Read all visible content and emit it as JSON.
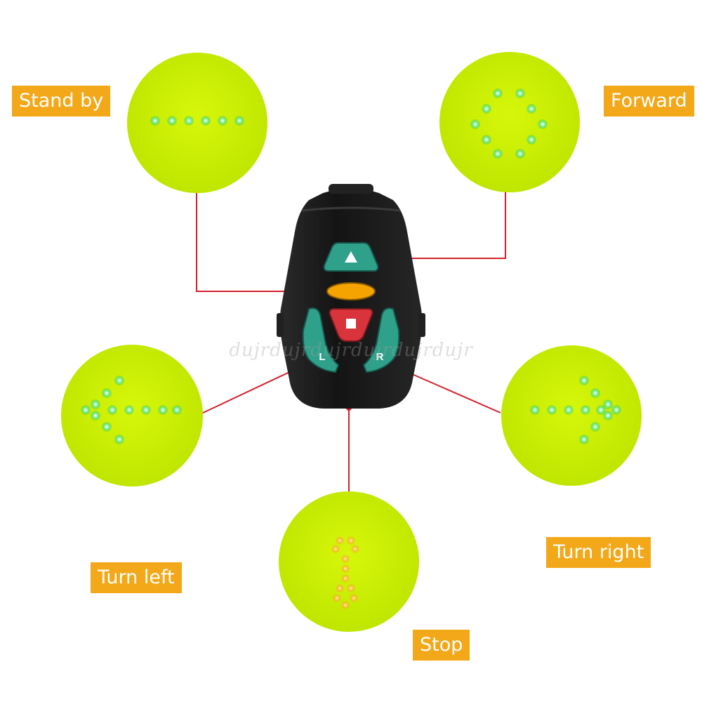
{
  "labels": {
    "stand_by": "Stand by",
    "forward": "Forward",
    "turn_left": "Turn left",
    "turn_right": "Turn right",
    "stop": "Stop"
  },
  "remote": {
    "left_button": "L",
    "right_button": "R",
    "forward_icon": "up-triangle-icon",
    "stop_icon": "square-icon"
  },
  "watermark": "dujrdujrdujrdujrdujrdujr",
  "colors": {
    "panel": "#c8f000",
    "led_green": "#22d36a",
    "led_orange": "#f2a818",
    "connector": "#d5202a",
    "label_bg": "#f2a818",
    "remote_body": "#1a1a1a",
    "remote_button_teal": "#2fa08a",
    "remote_button_orange": "#f5a300",
    "remote_button_red": "#d9333c"
  }
}
